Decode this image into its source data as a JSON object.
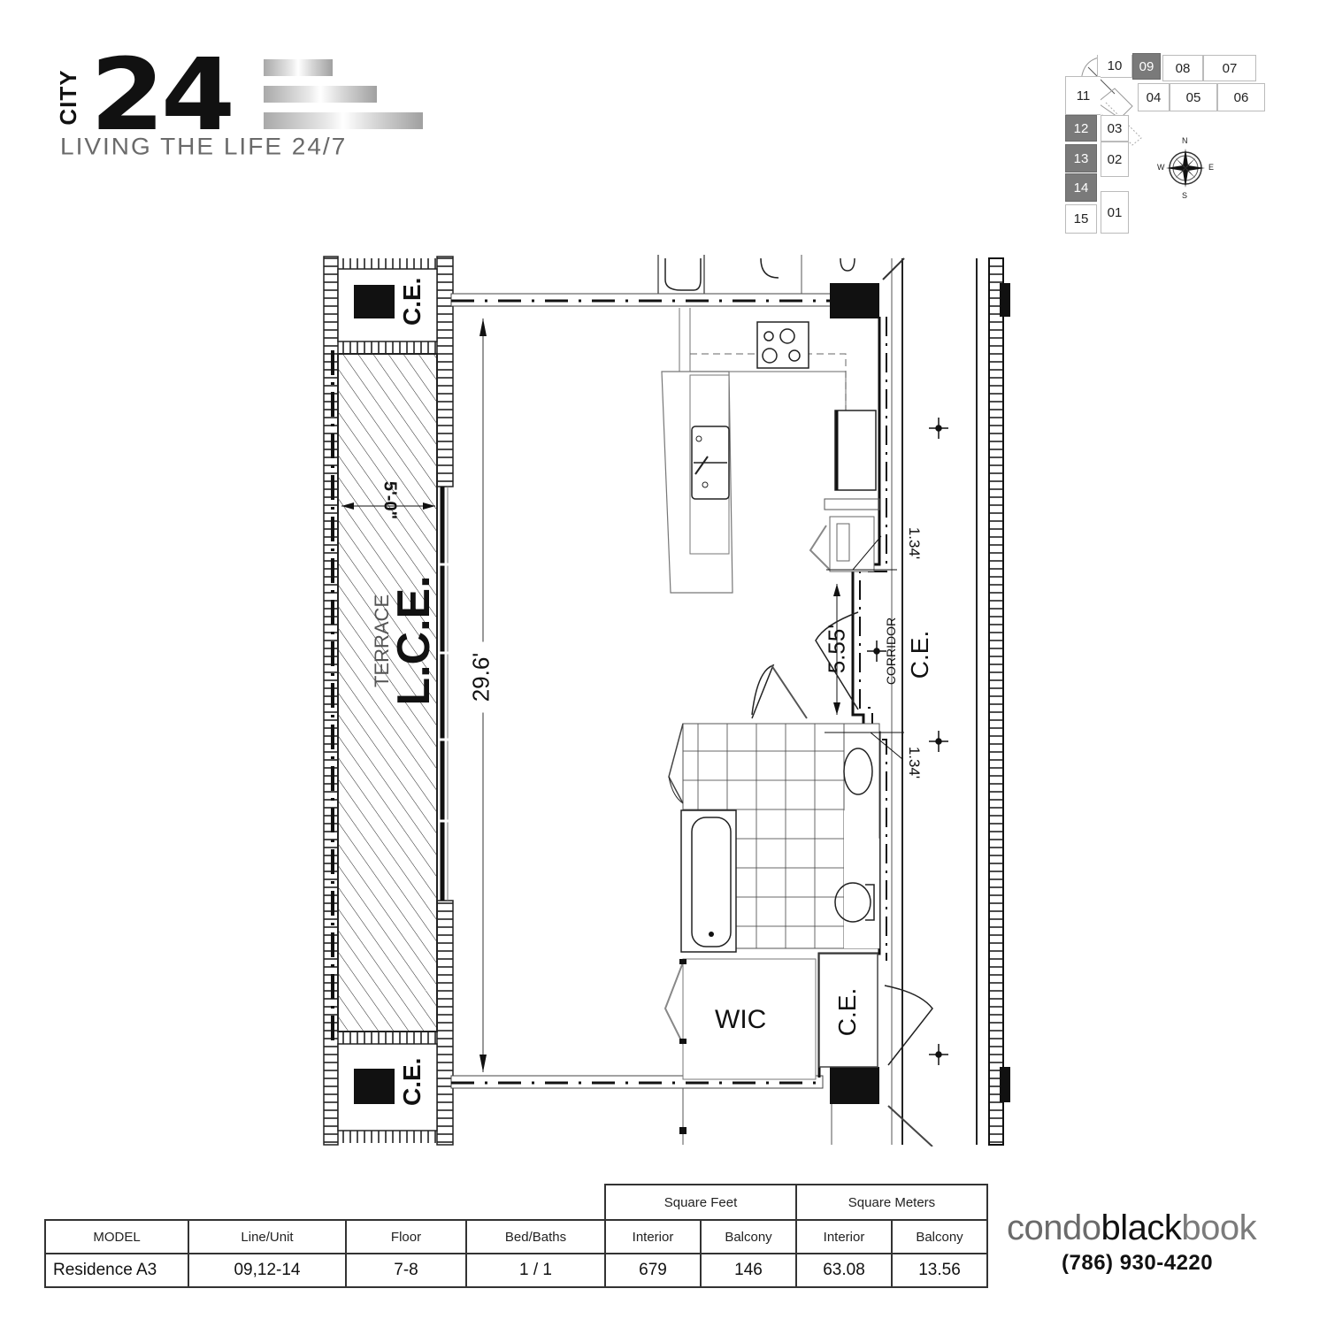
{
  "logo": {
    "prefix": "CITY",
    "number": "24",
    "tagline": "LIVING THE LIFE 24/7"
  },
  "keyplan": {
    "units": [
      {
        "id": "10",
        "selected": false
      },
      {
        "id": "09",
        "selected": true
      },
      {
        "id": "08",
        "selected": false
      },
      {
        "id": "07",
        "selected": false
      },
      {
        "id": "11",
        "selected": false
      },
      {
        "id": "04",
        "selected": false
      },
      {
        "id": "05",
        "selected": false
      },
      {
        "id": "06",
        "selected": false
      },
      {
        "id": "12",
        "selected": true
      },
      {
        "id": "03",
        "selected": false
      },
      {
        "id": "13",
        "selected": true
      },
      {
        "id": "02",
        "selected": false
      },
      {
        "id": "14",
        "selected": true
      },
      {
        "id": "15",
        "selected": false
      },
      {
        "id": "01",
        "selected": false
      }
    ],
    "compass": {
      "n": "N",
      "s": "S",
      "e": "E",
      "w": "W"
    }
  },
  "floorplan": {
    "labels": {
      "ce_top_left": "C.E.",
      "ce_bottom_left": "C.E.",
      "ce_corridor": "C.E.",
      "ce_closet": "C.E.",
      "corridor": "CORRIDOR",
      "terrace": "TERRACE",
      "lce": "L.C.E.",
      "wic": "WIC"
    },
    "dimensions": {
      "length": "29.6'",
      "terrace_width": "5'-0\"",
      "entry": "5.55'",
      "jog_top": "1.34'",
      "jog_bottom": "1.34'"
    }
  },
  "table": {
    "group_headers": {
      "sqft": "Square Feet",
      "sqm": "Square Meters"
    },
    "headers": [
      "MODEL",
      "Line/Unit",
      "Floor",
      "Bed/Baths",
      "Interior",
      "Balcony",
      "Interior",
      "Balcony"
    ],
    "row": [
      "Residence A3",
      "09,12-14",
      "7-8",
      "1 / 1",
      "679",
      "146",
      "63.08",
      "13.56"
    ]
  },
  "brand": {
    "part1": "condo",
    "part2": "black",
    "part3": "book",
    "phone": "(786) 930-4220"
  },
  "colors": {
    "selected_unit": "#7a7a7a",
    "line": "#111111",
    "light_line": "#9a9a9a"
  }
}
